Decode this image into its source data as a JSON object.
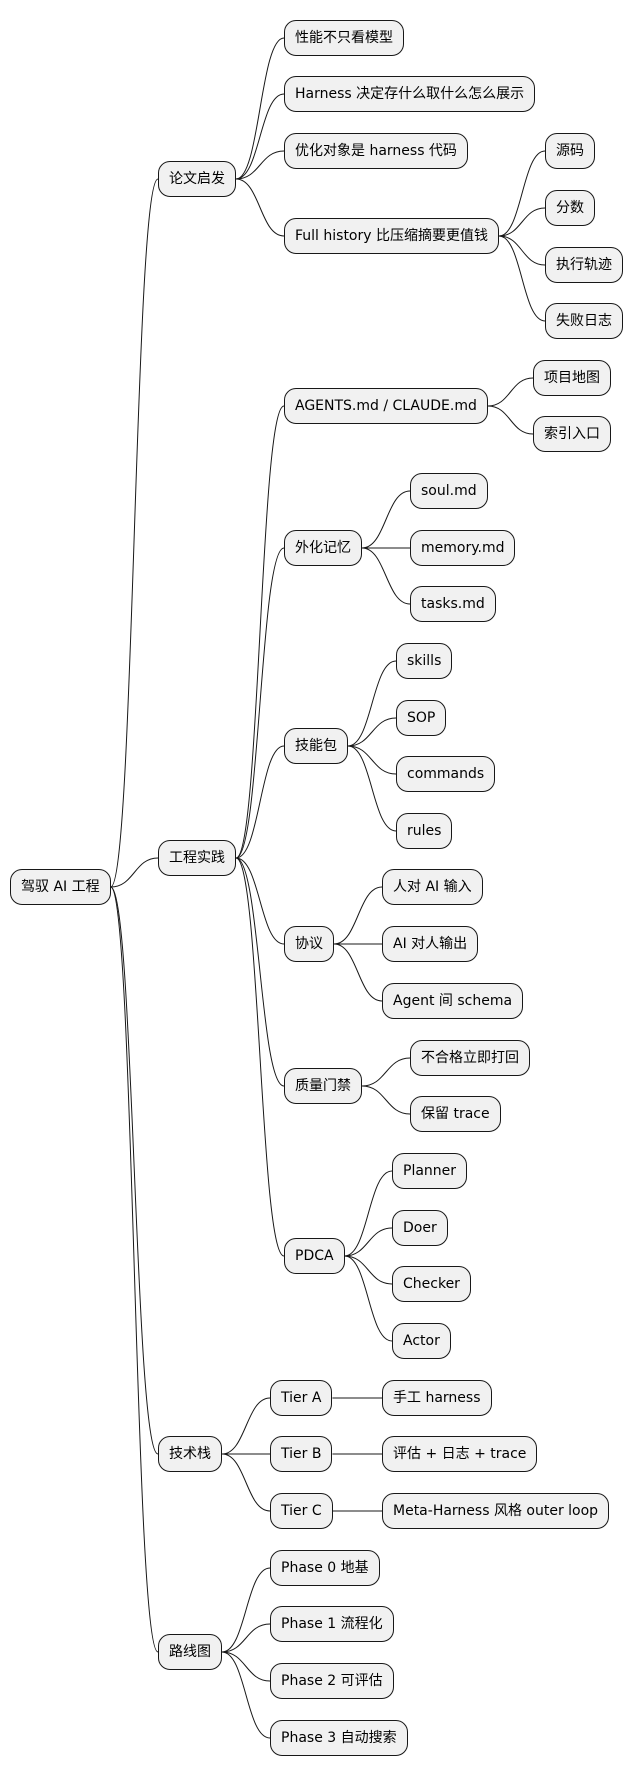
{
  "mindmap": {
    "root": "驾驭 AI 工程",
    "branches": [
      {
        "label": "论文启发",
        "children": [
          {
            "label": "性能不只看模型"
          },
          {
            "label": "Harness 决定存什么取什么怎么展示"
          },
          {
            "label": "优化对象是 harness 代码"
          },
          {
            "label": "Full history 比压缩摘要更值钱",
            "children": [
              "源码",
              "分数",
              "执行轨迹",
              "失败日志"
            ]
          }
        ]
      },
      {
        "label": "工程实践",
        "children": [
          {
            "label": "AGENTS.md / CLAUDE.md",
            "children": [
              "项目地图",
              "索引入口"
            ]
          },
          {
            "label": "外化记忆",
            "children": [
              "soul.md",
              "memory.md",
              "tasks.md"
            ]
          },
          {
            "label": "技能包",
            "children": [
              "skills",
              "SOP",
              "commands",
              "rules"
            ]
          },
          {
            "label": "协议",
            "children": [
              "人对 AI 输入",
              "AI 对人输出",
              "Agent 间 schema"
            ]
          },
          {
            "label": "质量门禁",
            "children": [
              "不合格立即打回",
              "保留 trace"
            ]
          },
          {
            "label": "PDCA",
            "children": [
              "Planner",
              "Doer",
              "Checker",
              "Actor"
            ]
          }
        ]
      },
      {
        "label": "技术栈",
        "children": [
          {
            "label": "Tier A",
            "children": [
              "手工 harness"
            ]
          },
          {
            "label": "Tier B",
            "children": [
              "评估 + 日志 + trace"
            ]
          },
          {
            "label": "Tier C",
            "children": [
              "Meta-Harness 风格 outer loop"
            ]
          }
        ]
      },
      {
        "label": "路线图",
        "children": [
          {
            "label": "Phase 0 地基"
          },
          {
            "label": "Phase 1 流程化"
          },
          {
            "label": "Phase 2 可评估"
          },
          {
            "label": "Phase 3 自动搜索"
          }
        ]
      }
    ]
  }
}
